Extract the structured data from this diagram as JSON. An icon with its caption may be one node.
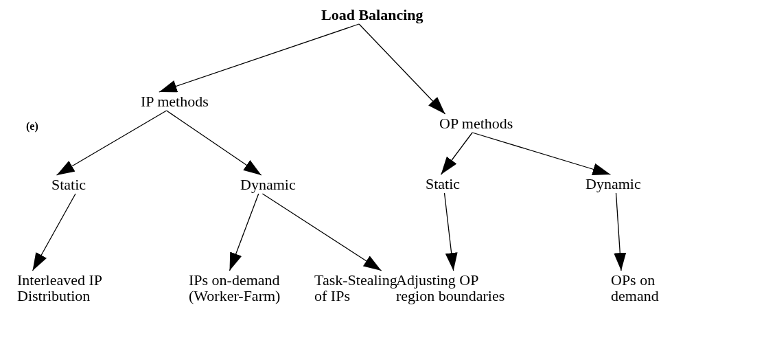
{
  "diagram": {
    "nodes": [
      {
        "text": [
          "Load Balancing"
        ]
      },
      {
        "text": [
          "IP methods"
        ]
      },
      {
        "text": [
          "OP methods"
        ]
      },
      {
        "text": [
          "Static"
        ]
      },
      {
        "text": [
          "Dynamic"
        ]
      },
      {
        "text": [
          "Static"
        ]
      },
      {
        "text": [
          "Dynamic"
        ]
      },
      {
        "text": [
          "Interleaved IP Distribution"
        ]
      },
      {
        "text": [
          "IPs on-demand (Worker-Farm)"
        ]
      },
      {
        "text": [
          "Task-Stealing of IPs"
        ]
      },
      {
        "text": [
          "Adjusting OP region boundaries"
        ]
      },
      {
        "text": [
          "OPs on demand"
        ]
      }
    ],
    "edges": [
      {
        "from": 0,
        "to": 1,
        "arrow": "to"
      },
      {
        "from": 0,
        "to": 2,
        "arrow": "to"
      },
      {
        "from": 1,
        "to": 3,
        "arrow": "to"
      },
      {
        "from": 1,
        "to": 4,
        "arrow": "to"
      },
      {
        "from": 2,
        "to": 5,
        "arrow": "to"
      },
      {
        "from": 2,
        "to": 6,
        "arrow": "to"
      },
      {
        "from": 3,
        "to": 7,
        "arrow": "to"
      },
      {
        "from": 4,
        "to": 8,
        "arrow": "to"
      },
      {
        "from": 4,
        "to": 9,
        "arrow": "to"
      },
      {
        "from": 5,
        "to": 10,
        "arrow": "to"
      },
      {
        "from": 6,
        "to": 11,
        "arrow": "to"
      }
    ],
    "labels": [
      "(e)"
    ]
  }
}
